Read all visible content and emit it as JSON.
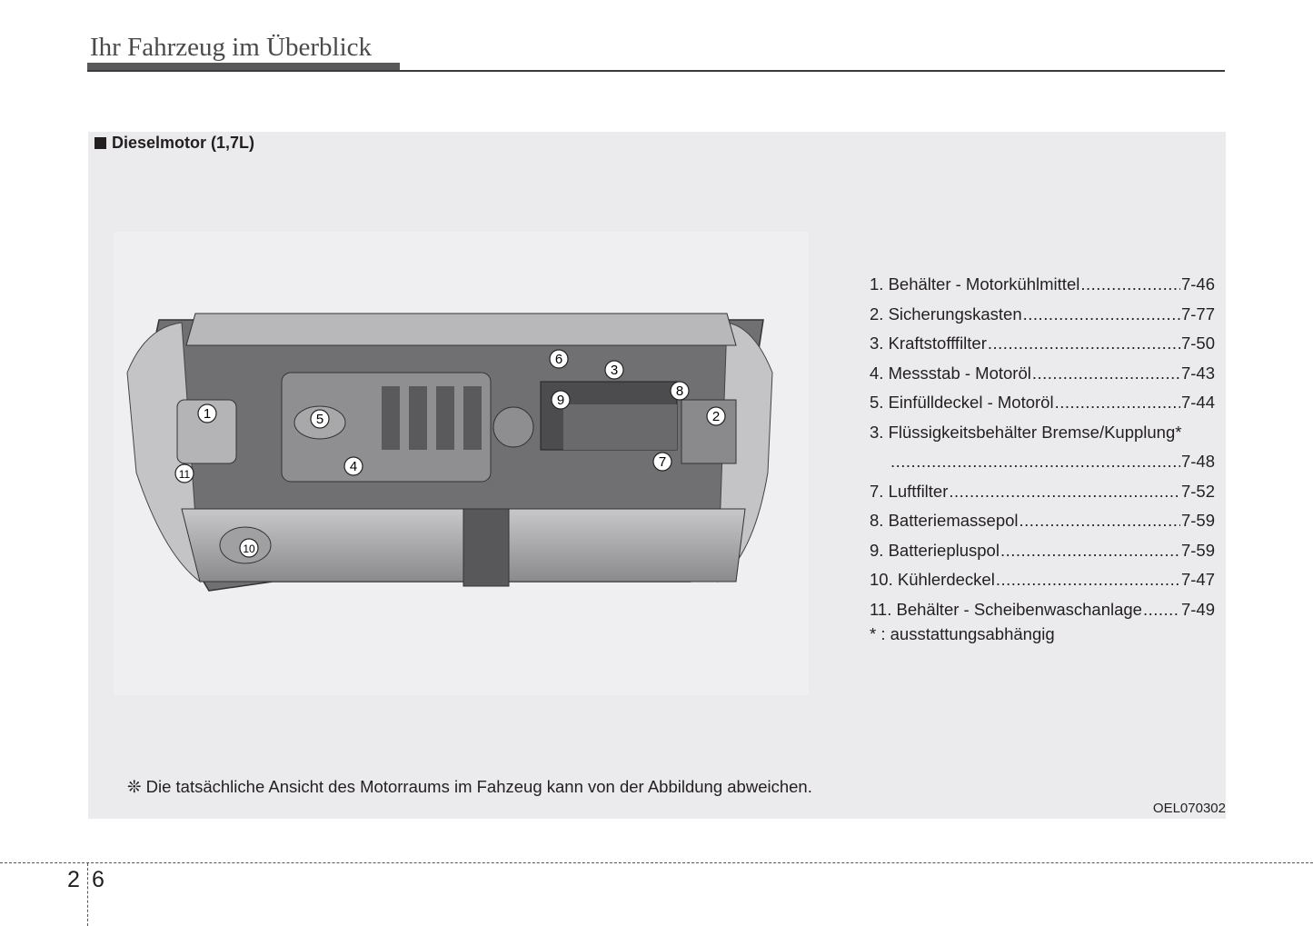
{
  "header": {
    "title": "Ihr Fahrzeug im Überblick"
  },
  "section": {
    "title": "Dieselmotor (1,7L)"
  },
  "figure": {
    "callouts": [
      "1",
      "2",
      "3",
      "4",
      "5",
      "6",
      "7",
      "8",
      "9",
      "10",
      "11"
    ]
  },
  "legend": {
    "items": [
      {
        "label": "1. Behälter - Motorkühlmittel",
        "page": "7-46"
      },
      {
        "label": "2. Sicherungskasten",
        "page": "7-77"
      },
      {
        "label": "3. Kraftstofffilter",
        "page": "7-50"
      },
      {
        "label": "4. Messstab - Motoröl",
        "page": "7-43"
      },
      {
        "label": "5. Einfülldeckel - Motoröl",
        "page": "7-44"
      },
      {
        "label": "3. Flüssigkeitsbehälter Bremse/Kupplung*",
        "page": "7-48"
      },
      {
        "label": "7. Luftfilter",
        "page": "7-52"
      },
      {
        "label": "8. Batteriemassepol",
        "page": "7-59"
      },
      {
        "label": "9. Batteriepluspol",
        "page": "7-59"
      },
      {
        "label": "10. Kühlerdeckel",
        "page": "7-47"
      },
      {
        "label": "11. Behälter - Scheibenwaschanlage",
        "page": "7-49"
      }
    ],
    "note": "* : ausstattungsabhängig"
  },
  "footnote": "❊ Die tatsächliche Ansicht des Motorraums im Fahzeug kann von der Abbildung abweichen.",
  "image_code": "OEL070302",
  "page_number": {
    "chapter": "2",
    "page": "6"
  }
}
